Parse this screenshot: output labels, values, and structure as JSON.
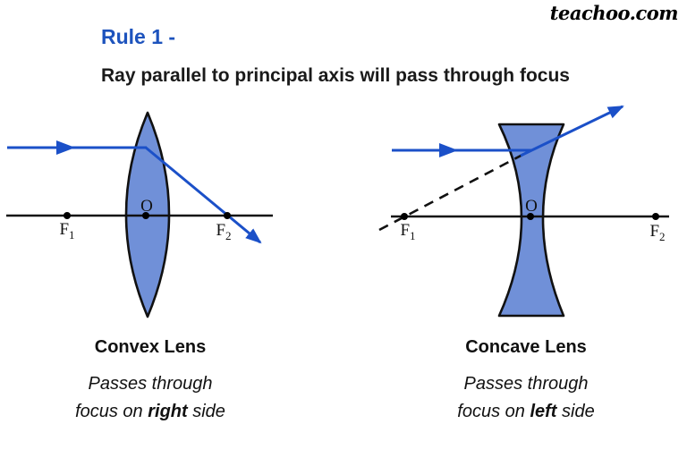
{
  "brand": "teachoo.com",
  "heading": {
    "title": "Rule 1 -",
    "subtitle": "Ray parallel to principal axis will pass through focus"
  },
  "colors": {
    "ray_blue": "#1b50c8",
    "lens_fill": "#7090d8",
    "title_blue": "#1d53bd",
    "ink": "#111111"
  },
  "convex_diagram": {
    "labels": {
      "f1": "F",
      "f1_sub": "1",
      "center": "O",
      "f2": "F",
      "f2_sub": "2"
    },
    "caption": "Convex Lens",
    "note_line1": "Passes through",
    "note_line2_pre": "focus on ",
    "note_line2_bold": "right",
    "note_line2_post": " side"
  },
  "concave_diagram": {
    "labels": {
      "f1": "F",
      "f1_sub": "1",
      "center": "O",
      "f2": "F",
      "f2_sub": "2"
    },
    "caption": "Concave Lens",
    "note_line1": "Passes through",
    "note_line2_pre": "focus on ",
    "note_line2_bold": "left",
    "note_line2_post": " side"
  }
}
